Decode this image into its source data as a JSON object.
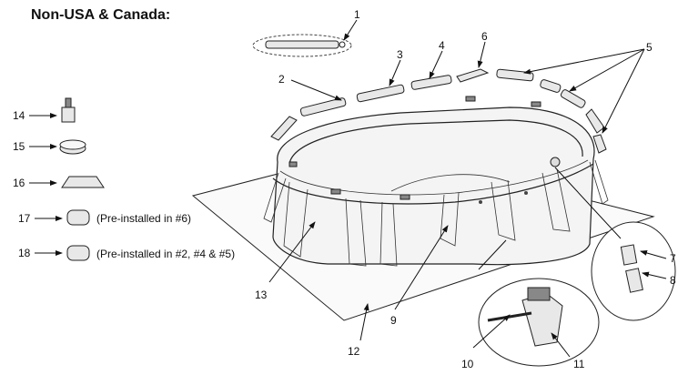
{
  "header": {
    "title": "Non-USA & Canada:"
  },
  "callouts": {
    "n1": "1",
    "n2": "2",
    "n3": "3",
    "n4": "4",
    "n5": "5",
    "n6": "6",
    "n7": "7",
    "n8": "8",
    "n9": "9",
    "n10": "10",
    "n11": "11",
    "n12": "12",
    "n13": "13",
    "n14": "14",
    "n15": "15",
    "n16": "16",
    "n17": "17",
    "n18": "18"
  },
  "notes": {
    "n17": "(Pre-installed in #6)",
    "n18": "(Pre-installed in #2, #4 & #5)"
  }
}
